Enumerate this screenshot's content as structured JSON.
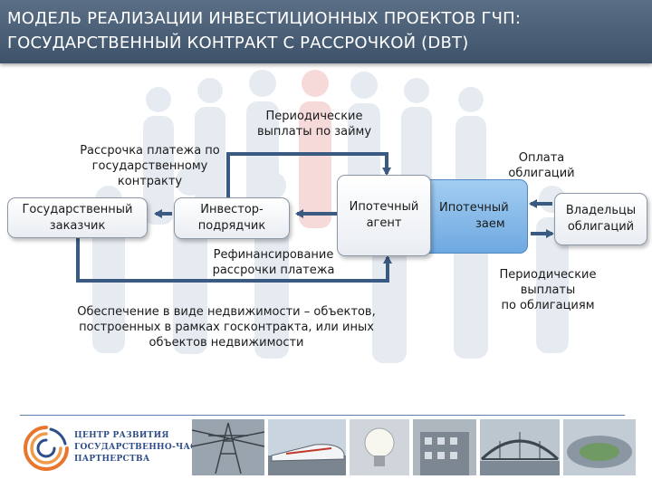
{
  "header": {
    "title_line1": "МОДЕЛЬ РЕАЛИЗАЦИИ ИНВЕСТИЦИОННЫХ ПРОЕКТОВ ГЧП:",
    "title_line2": "ГОСУДАРСТВЕННЫЙ КОНТРАКТ С РАССРОЧКОЙ (DBT)"
  },
  "nodes": {
    "state_customer": [
      "Государственный",
      "заказчик"
    ],
    "investor": [
      "Инвестор-",
      "подрядчик"
    ],
    "mortgage_agent": [
      "Ипотечный",
      "агент"
    ],
    "mortgage_loan": [
      "Ипотечный",
      "заем"
    ],
    "bondholders": [
      "Владельцы",
      "облигаций"
    ]
  },
  "labels": {
    "periodic_loan": [
      "Периодические",
      "выплаты по займу"
    ],
    "installment": [
      "Рассрочка платежа по",
      "государственному",
      "контракту"
    ],
    "bond_payment": [
      "Оплата",
      "облигаций"
    ],
    "refinancing": [
      "Рефинансирование",
      "рассрочки платежа"
    ],
    "periodic_bonds": [
      "Периодические",
      "выплаты",
      "по облигациям"
    ],
    "collateral": [
      "Обеспечение в виде недвижимости – объектов,",
      "построенных в рамках госконтракта, или иных",
      "объектов недвижимости"
    ]
  },
  "footer": {
    "logo_lines": [
      "ЦЕНТР РАЗВИТИЯ",
      "ГОСУДАРСТВЕННО-ЧАСТНОГО",
      "ПАРТНЕРСТВА"
    ]
  },
  "colors": {
    "header": "#4a5e76",
    "arrow": "#3a5a82",
    "blue_box": "#7fb5e6",
    "logo_orange": "#e8762d",
    "logo_blue": "#2f4f8a"
  }
}
